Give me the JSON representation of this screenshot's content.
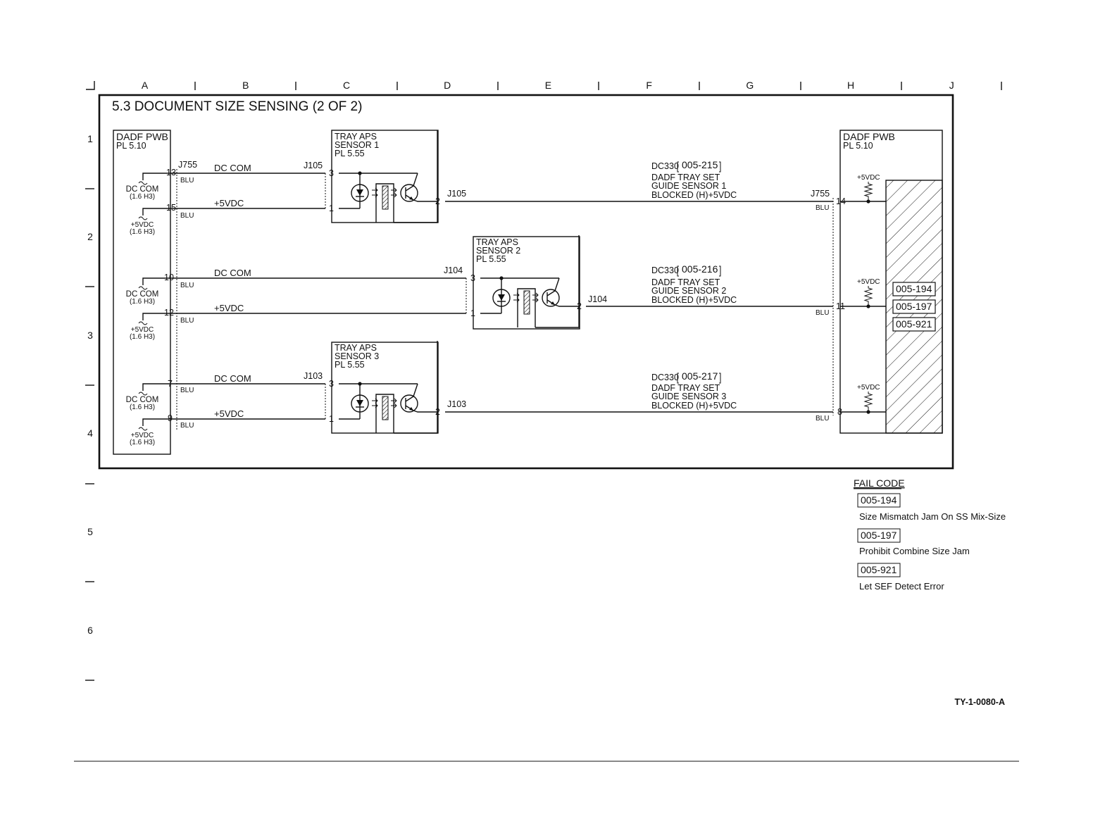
{
  "title": "5.3 DOCUMENT SIZE SENSING (2 OF 2)",
  "drawing_id": "TY-1-0080-A",
  "grid": {
    "columns": [
      "A",
      "B",
      "C",
      "D",
      "E",
      "F",
      "G",
      "H",
      "J"
    ],
    "rows": [
      "1",
      "2",
      "3",
      "4",
      "5",
      "6"
    ]
  },
  "left_pwb": {
    "name": "DADF  PWB",
    "pl": "PL 5.10",
    "connector": "J755"
  },
  "right_pwb": {
    "name": "DADF  PWB",
    "pl": "PL 5.10",
    "connector": "J755"
  },
  "pwb_labels": {
    "dccom": "DC COM",
    "p5": "+5VDC",
    "loc": "(1.6 H3)"
  },
  "wire": {
    "color": "BLU",
    "dccom": "DC COM",
    "p5": "+5VDC",
    "pullup": "+5VDC"
  },
  "sensors": [
    {
      "name_l1": "TRAY APS",
      "name_l2": "SENSOR 1",
      "pl": "PL 5.55",
      "connector": "J105",
      "pin_com": "3",
      "pin_p5": "1",
      "pin_out": "2",
      "pwb_pin_com": "13",
      "pwb_pin_p5": "15",
      "out_pin": "14",
      "dc_code": "DC330",
      "status_code": "005-215",
      "signal_l1": "DADF TRAY SET",
      "signal_l2": "GUIDE SENSOR 1",
      "signal_l3": "BLOCKED (H)+5VDC"
    },
    {
      "name_l1": "TRAY APS",
      "name_l2": "SENSOR 2",
      "pl": "PL 5.55",
      "connector": "J104",
      "pin_com": "3",
      "pin_p5": "1",
      "pin_out": "2",
      "pwb_pin_com": "10",
      "pwb_pin_p5": "12",
      "out_pin": "11",
      "dc_code": "DC330",
      "status_code": "005-216",
      "signal_l1": "DADF TRAY SET",
      "signal_l2": "GUIDE SENSOR 2",
      "signal_l3": "BLOCKED (H)+5VDC"
    },
    {
      "name_l1": "TRAY APS",
      "name_l2": "SENSOR 3",
      "pl": "PL 5.55",
      "connector": "J103",
      "pin_com": "3",
      "pin_p5": "1",
      "pin_out": "2",
      "pwb_pin_com": "7",
      "pwb_pin_p5": "9",
      "out_pin": "8",
      "dc_code": "DC330",
      "status_code": "005-217",
      "signal_l1": "DADF TRAY SET",
      "signal_l2": "GUIDE SENSOR 3",
      "signal_l3": "BLOCKED (H)+5VDC"
    }
  ],
  "pwb_fail_codes": [
    "005-194",
    "005-197",
    "005-921"
  ],
  "fail_code_legend": {
    "heading": "FAIL CODE",
    "items": [
      {
        "code": "005-194",
        "desc": "Size Mismatch Jam On SS Mix-Size"
      },
      {
        "code": "005-197",
        "desc": "Prohibit Combine Size Jam"
      },
      {
        "code": "005-921",
        "desc": "Let SEF Detect Error"
      }
    ]
  }
}
